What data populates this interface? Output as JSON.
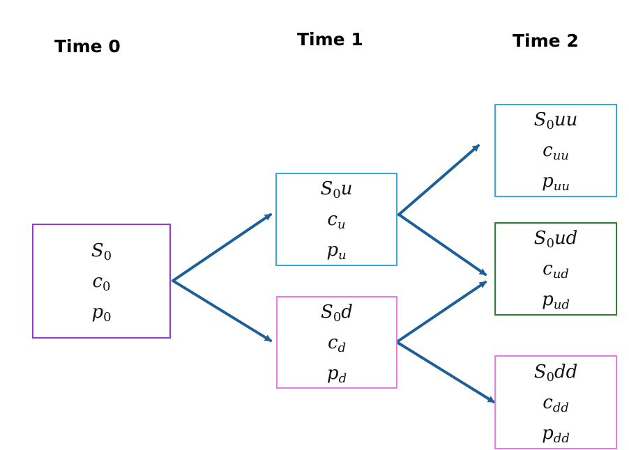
{
  "time_labels": [
    "Time 0",
    "Time 1",
    "Time 2"
  ],
  "nodes": {
    "root": {
      "color": "#9933dd",
      "lines": [
        [
          "S",
          "0",
          ""
        ],
        [
          "c",
          "0",
          ""
        ],
        [
          "p",
          "0",
          ""
        ]
      ]
    },
    "u": {
      "color": "#33aadd",
      "lines": [
        [
          "S",
          "0",
          "u"
        ],
        [
          "c",
          "u",
          ""
        ],
        [
          "p",
          "u",
          ""
        ]
      ]
    },
    "d": {
      "color": "#ee77ee",
      "lines": [
        [
          "S",
          "0",
          "d"
        ],
        [
          "c",
          "d",
          ""
        ],
        [
          "p",
          "d",
          ""
        ]
      ]
    },
    "uu": {
      "color": "#33aadd",
      "lines": [
        [
          "S",
          "0",
          "uu"
        ],
        [
          "c",
          "uu",
          ""
        ],
        [
          "p",
          "uu",
          ""
        ]
      ]
    },
    "ud": {
      "color": "#22882a",
      "lines": [
        [
          "S",
          "0",
          "ud"
        ],
        [
          "c",
          "ud",
          ""
        ],
        [
          "p",
          "ud",
          ""
        ]
      ]
    },
    "dd": {
      "color": "#ee77ee",
      "lines": [
        [
          "S",
          "0",
          "dd"
        ],
        [
          "c",
          "dd",
          ""
        ],
        [
          "p",
          "dd",
          ""
        ]
      ]
    }
  },
  "arrow_color": "#1f5f97"
}
